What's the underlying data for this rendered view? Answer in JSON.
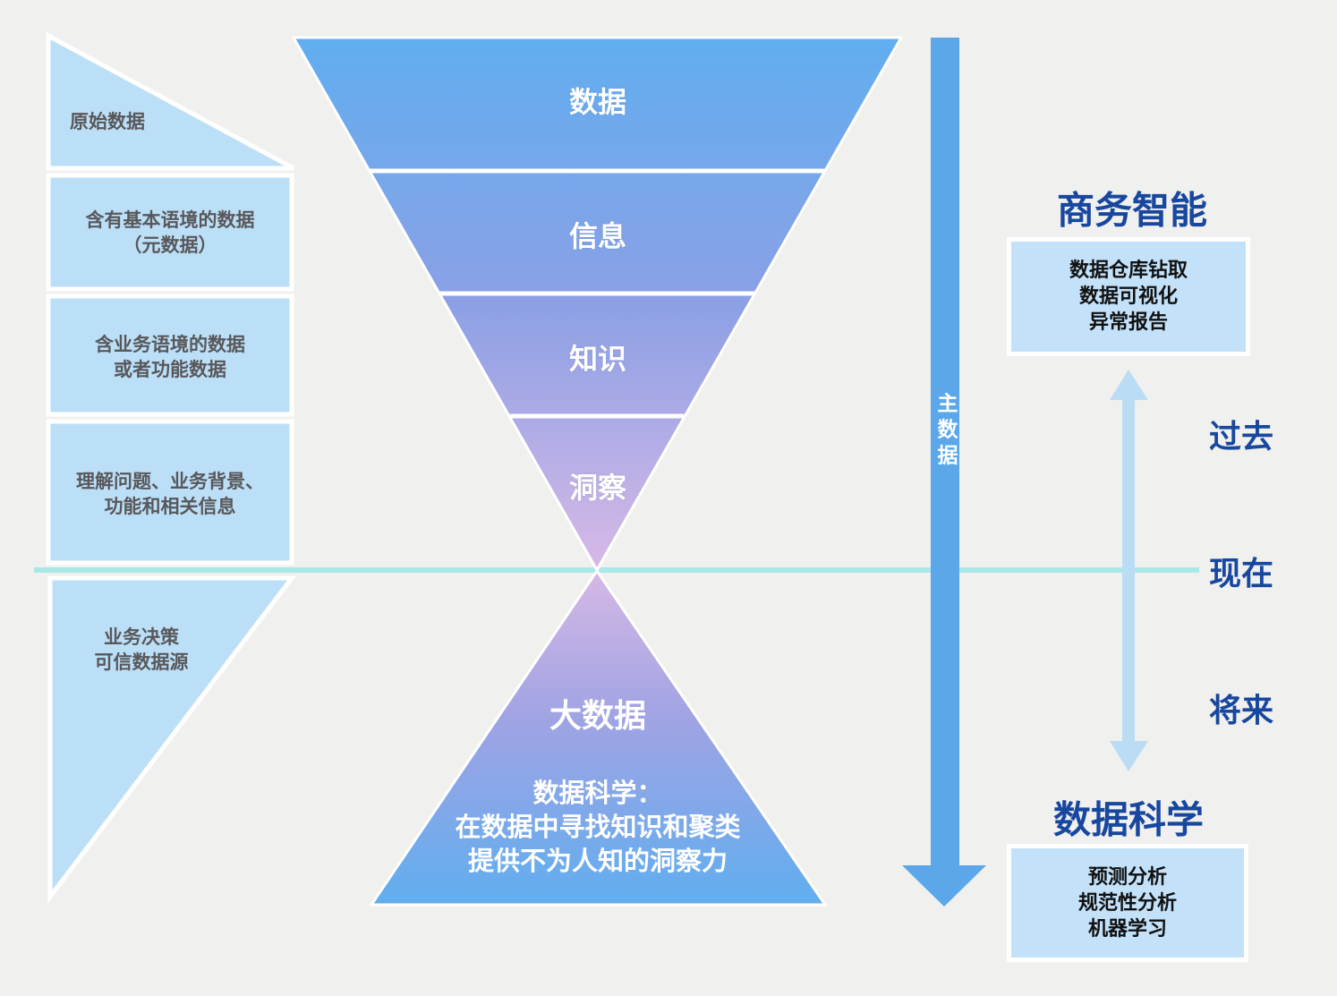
{
  "left_column": {
    "blocks": [
      {
        "lines": [
          "原始数据"
        ]
      },
      {
        "lines": [
          "含有基本语境的数据",
          "（元数据）"
        ]
      },
      {
        "lines": [
          "含业务语境的数据",
          "或者功能数据"
        ]
      },
      {
        "lines": [
          "理解问题、业务背景、",
          "功能和相关信息"
        ]
      },
      {
        "lines": [
          "业务决策",
          "可信数据源"
        ]
      }
    ]
  },
  "funnel": {
    "levels": [
      {
        "label": "数据"
      },
      {
        "label": "信息"
      },
      {
        "label": "知识"
      },
      {
        "label": "洞察"
      }
    ]
  },
  "big_data": {
    "title": "大数据",
    "description_lines": [
      "数据科学：",
      "在数据中寻找知识和聚类",
      "提供不为人知的洞察力"
    ]
  },
  "master_data_bar": {
    "label": "主数据"
  },
  "timeline": {
    "past": "过去",
    "present": "现在",
    "future": "将来"
  },
  "business_intelligence": {
    "title": "商务智能",
    "items": [
      "数据仓库钻取",
      "数据可视化",
      "异常报告"
    ]
  },
  "data_science": {
    "title": "数据科学",
    "items": [
      "预测分析",
      "规范性分析",
      "机器学习"
    ]
  },
  "colors": {
    "background": "#F0F0EE",
    "left_block_fill": "#BCDFF8",
    "funnel_top": "#60AEF0",
    "funnel_mid": "#8CA0E5",
    "funnel_bottom": "#D7B9E6",
    "big_triangle_top": "#D5B8E5",
    "big_triangle_mid": "#9FA3E4",
    "big_triangle_bottom": "#60AEEF",
    "master_bar": "#5BA7E9",
    "timeline_arrow": "#BBDCF5",
    "now_line": "#A9E8E7",
    "heading_blue": "#17479E",
    "block_text": "#58585A"
  }
}
